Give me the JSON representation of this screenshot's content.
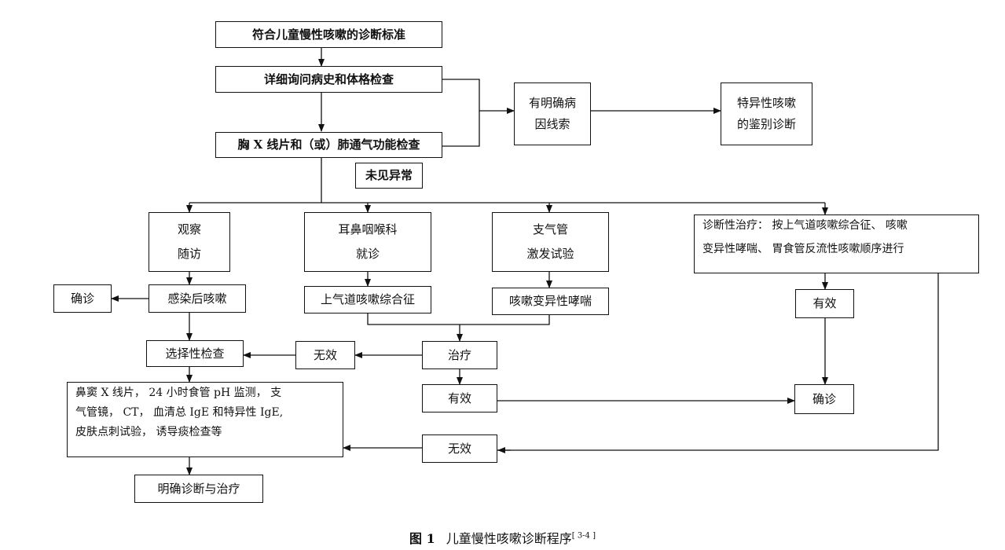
{
  "nodes": {
    "criteria": "符合儿童慢性咳嗽的诊断标准",
    "history": "详细询问病史和体格检查",
    "xray": "胸 X 线片和（或）肺通气功能检查",
    "clear_cause": [
      "有明确病",
      "因线索"
    ],
    "specific": [
      "特异性咳嗽",
      "的鉴别诊断"
    ],
    "no_abnormal": "未见异常",
    "observe": [
      "观察",
      "随访"
    ],
    "ent": [
      "耳鼻咽喉科",
      "就诊"
    ],
    "bronch": [
      "支气管",
      "激发试验"
    ],
    "diag_treat": [
      "诊断性治疗： 按上气道咳嗽综合征、 咳嗽",
      "变异性哮喘、 胃食管反流性咳嗽顺序进行"
    ],
    "confirm_left": "确诊",
    "post_infection": "感染后咳嗽",
    "uacs": "上气道咳嗽综合征",
    "cva": "咳嗽变异性哮喘",
    "effective_right": "有效",
    "select_exam": "选择性检查",
    "ineffective_mid": "无效",
    "treatment": "治疗",
    "effective_mid": "有效",
    "confirm_right": "确诊",
    "exams": [
      "鼻窦 X 线片， 24 小时食管 pH 监测， 支",
      "气管镜， CT， 血清总 IgE 和特异性 IgE,",
      "皮肤点刺试验， 诱导痰检查等"
    ],
    "ineffective_bottom": "无效",
    "final": "明确诊断与治疗"
  },
  "caption": {
    "figure": "图 1",
    "title": "儿童慢性咳嗽诊断程序",
    "ref": "[ 3-4 ]"
  }
}
